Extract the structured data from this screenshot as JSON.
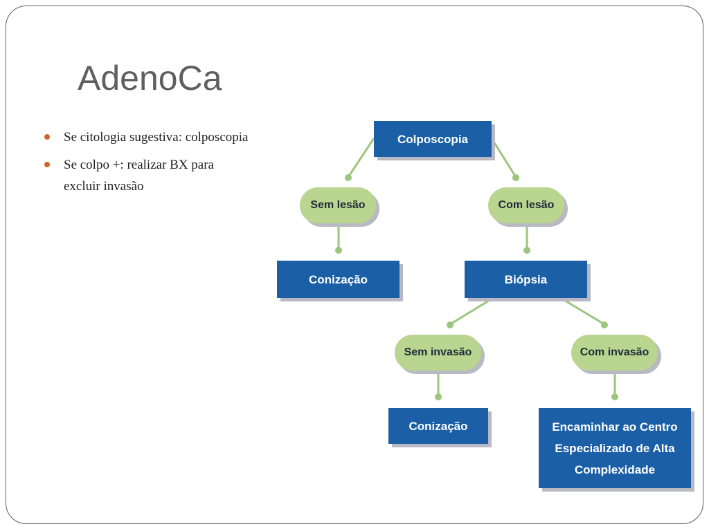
{
  "slide": {
    "title": "AdenoCa",
    "bullets": [
      "Se citologia sugestiva: colposcopia",
      "Se colpo +: realizar BX para excluir invasão"
    ]
  },
  "diagram": {
    "nodes": {
      "colposcopia": "Colposcopia",
      "sem_lesao": "Sem lesão",
      "com_lesao": "Com lesão",
      "conizacao_1": "Conização",
      "biopsia": "Biópsia",
      "sem_invasao": "Sem invasão",
      "com_invasao": "Com invasão",
      "conizacao_2": "Conização",
      "encaminhar": "Encaminhar ao Centro Especializado de Alta Complexidade"
    },
    "colors": {
      "box": "#1b5fa6",
      "pill": "#b9d58f",
      "connector": "#9cc57e",
      "bullet": "#d0652a"
    }
  }
}
